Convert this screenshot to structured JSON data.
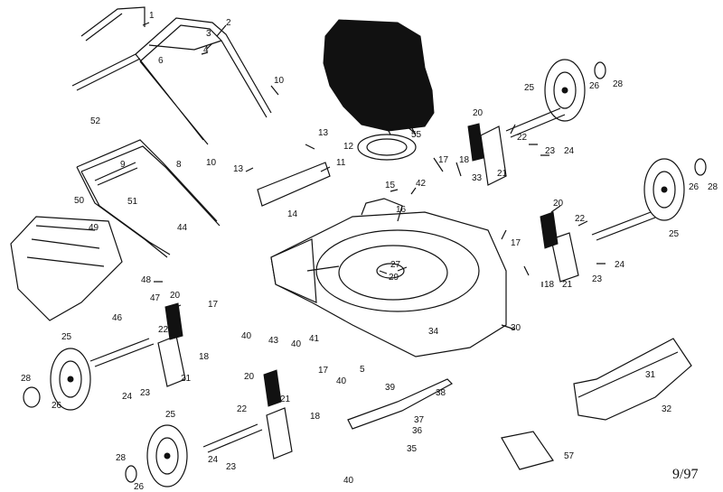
{
  "diagram": {
    "labels": [
      "1",
      "2",
      "3",
      "4",
      "5",
      "6",
      "8",
      "9",
      "10",
      "10",
      "11",
      "12",
      "13",
      "13",
      "14",
      "15",
      "16",
      "17",
      "17",
      "17",
      "17",
      "18",
      "18",
      "18",
      "18",
      "20",
      "20",
      "20",
      "20",
      "21",
      "21",
      "21",
      "21",
      "22",
      "22",
      "22",
      "22",
      "23",
      "23",
      "23",
      "23",
      "24",
      "24",
      "24",
      "24",
      "25",
      "25",
      "25",
      "25",
      "26",
      "26",
      "26",
      "26",
      "27",
      "28",
      "28",
      "28",
      "28",
      "29",
      "30",
      "31",
      "32",
      "33",
      "34",
      "35",
      "36",
      "37",
      "38",
      "39",
      "40",
      "40",
      "40",
      "40",
      "41",
      "42",
      "43",
      "44",
      "46",
      "47",
      "48",
      "49",
      "50",
      "51",
      "52",
      "55",
      "57"
    ],
    "date_code": "9/97"
  }
}
